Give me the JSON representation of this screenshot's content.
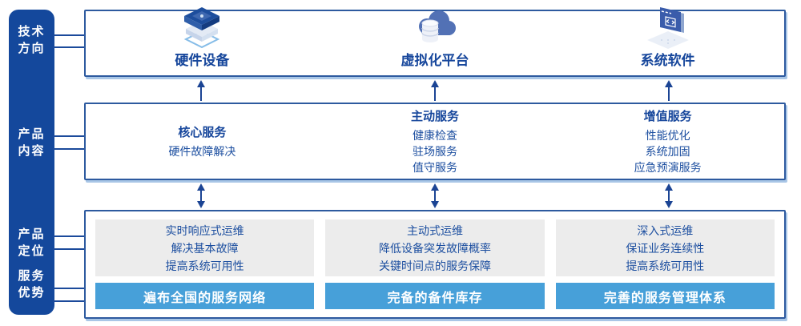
{
  "colors": {
    "sidebar_bg": "#14489c",
    "box_border": "#2d5a9f",
    "box_shadow": "#a9c6e6",
    "banner_bg": "#47a0d9",
    "gray_box_bg": "#ececec",
    "text_blue": "#1d4fa0",
    "arrow": "#1b4494"
  },
  "sidebar": {
    "labels": [
      "技术\n方向",
      "产品\n内容",
      "产品\n定位",
      "服务\n优势"
    ]
  },
  "tech_row": {
    "items": [
      {
        "icon": "server-stack-icon",
        "label": "硬件设备"
      },
      {
        "icon": "cloud-database-icon",
        "label": "虚拟化平台"
      },
      {
        "icon": "code-window-icon",
        "label": "系统软件"
      }
    ]
  },
  "content_row": {
    "columns": [
      {
        "title": "核心服务",
        "items": [
          "硬件故障解决"
        ]
      },
      {
        "title": "主动服务",
        "items": [
          "健康检查",
          "驻场服务",
          "值守服务"
        ]
      },
      {
        "title": "增值服务",
        "items": [
          "性能优化",
          "系统加固",
          "应急预演服务"
        ]
      }
    ]
  },
  "positioning_row": {
    "columns": [
      {
        "lines": [
          "实时响应式运维",
          "解决基本故障",
          "提高系统可用性"
        ],
        "banner": "遍布全国的服务网络"
      },
      {
        "lines": [
          "主动式运维",
          "降低设备突发故障概率",
          "关键时间点的服务保障"
        ],
        "banner": "完备的备件库存"
      },
      {
        "lines": [
          "深入式运维",
          "保证业务连续性",
          "提高系统可用性"
        ],
        "banner": "完善的服务管理体系"
      }
    ]
  }
}
